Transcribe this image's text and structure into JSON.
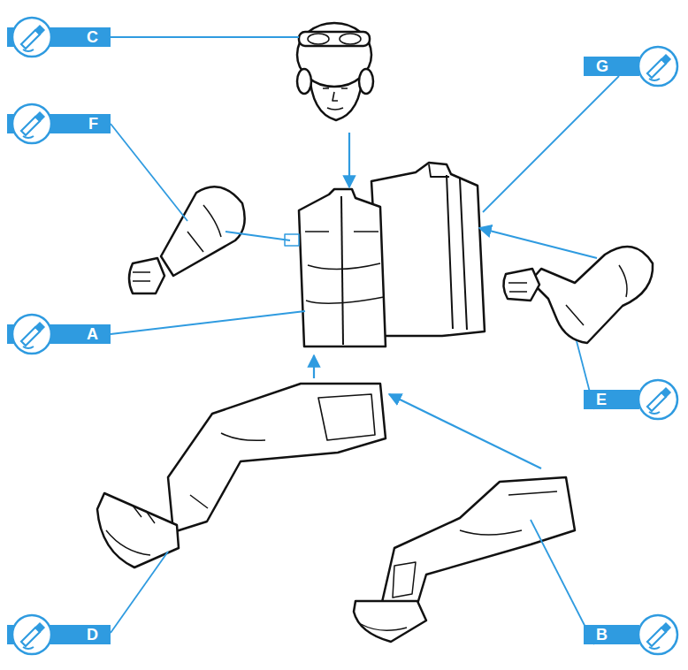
{
  "diagram": {
    "nodes": [
      {
        "text": [
          "C"
        ]
      },
      {
        "text": [
          "G"
        ]
      },
      {
        "text": [
          "F"
        ]
      },
      {
        "text": [
          "A"
        ]
      },
      {
        "text": [
          "E"
        ]
      },
      {
        "text": [
          "D"
        ]
      },
      {
        "text": [
          "B"
        ]
      }
    ]
  }
}
